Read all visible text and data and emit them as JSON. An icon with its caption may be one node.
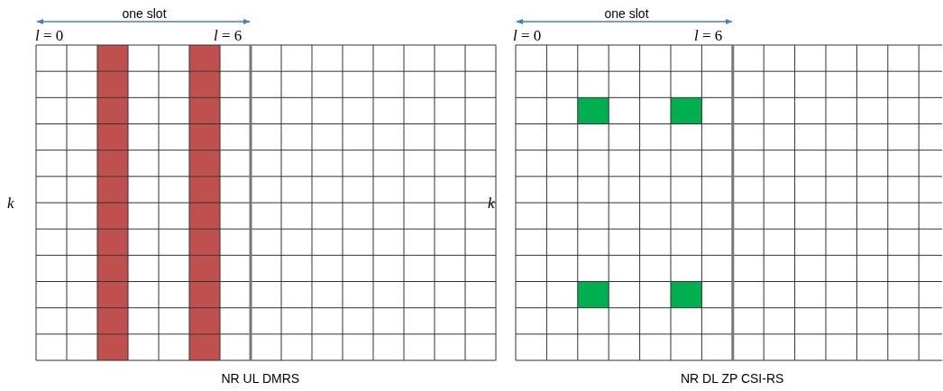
{
  "diagram": {
    "labels": [
      "one slot",
      "one slot",
      "*l* = 0",
      "*l* = 6",
      "*l* = 0",
      "*l* = 6",
      "k",
      "k",
      "NR UL DMRS",
      "NR DL ZP CSI-RS"
    ]
  }
}
